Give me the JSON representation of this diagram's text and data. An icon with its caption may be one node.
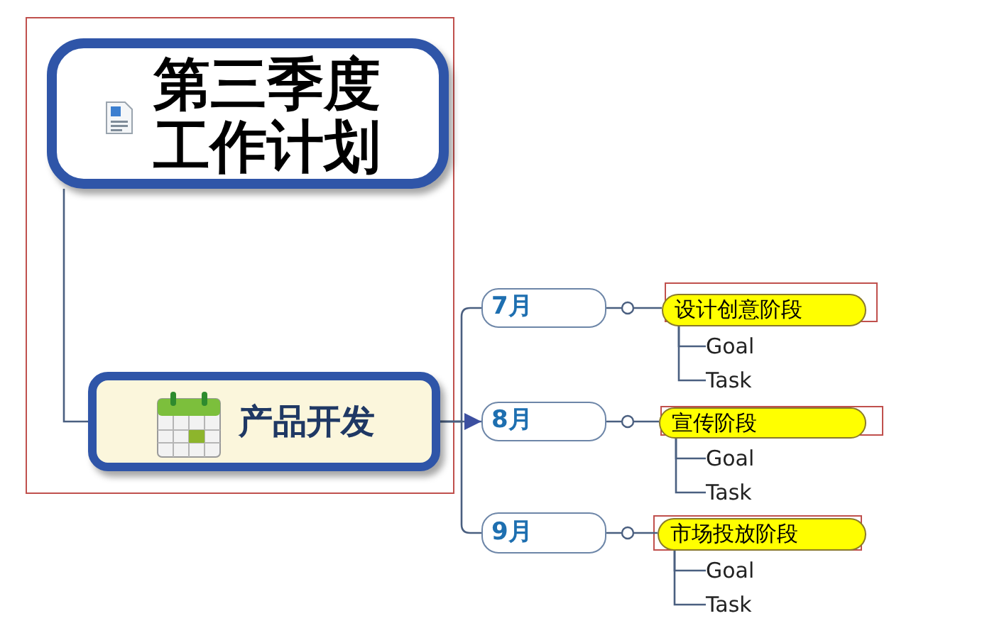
{
  "diagram": {
    "nodes": [
      {
        "text": [
          "第三季度工作计划"
        ]
      },
      {
        "text": [
          "产品开发"
        ]
      },
      {
        "text": [
          "7月"
        ]
      },
      {
        "text": [
          "8月"
        ]
      },
      {
        "text": [
          "9月"
        ]
      },
      {
        "text": [
          "设计创意阶段"
        ]
      },
      {
        "text": [
          "宣传阶段"
        ]
      },
      {
        "text": [
          "市场投放阶段"
        ]
      },
      {
        "text": [
          "Goal"
        ]
      },
      {
        "text": [
          "Task"
        ]
      },
      {
        "text": [
          "Goal"
        ]
      },
      {
        "text": [
          "Task"
        ]
      },
      {
        "text": [
          "Goal"
        ]
      },
      {
        "text": [
          "Task"
        ]
      }
    ],
    "edges": [
      {
        "from": 0,
        "to": 1,
        "arrow": "none"
      },
      {
        "from": 1,
        "to": 2,
        "arrow": "none"
      },
      {
        "from": 1,
        "to": 3,
        "arrow": "to"
      },
      {
        "from": 1,
        "to": 4,
        "arrow": "none"
      },
      {
        "from": 2,
        "to": 5,
        "arrow": "other"
      },
      {
        "from": 3,
        "to": 6,
        "arrow": "other"
      },
      {
        "from": 4,
        "to": 7,
        "arrow": "other"
      },
      {
        "from": 5,
        "to": 8,
        "arrow": "none"
      },
      {
        "from": 5,
        "to": 9,
        "arrow": "none"
      },
      {
        "from": 6,
        "to": 10,
        "arrow": "none"
      },
      {
        "from": 6,
        "to": 11,
        "arrow": "none"
      },
      {
        "from": 7,
        "to": 12,
        "arrow": "none"
      },
      {
        "from": 7,
        "to": 13,
        "arrow": "none"
      }
    ]
  }
}
